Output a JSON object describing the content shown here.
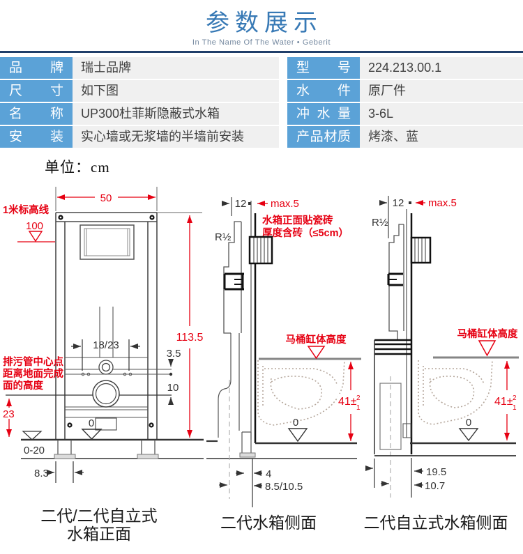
{
  "header": {
    "title": "参数展示",
    "subtitle": "In The Name Of The Water • Geberit"
  },
  "colors": {
    "accent_red": "#e60012",
    "table_header_blue": "#5ba2d7",
    "title_blue": "#3779b5",
    "divider_navy": "#203f6a"
  },
  "specs": {
    "left": [
      {
        "label": "品牌",
        "value": "瑞士品牌"
      },
      {
        "label": "尺寸",
        "value": "如下图"
      },
      {
        "label": "名称",
        "value": "UP300杜菲斯隐蔽式水箱"
      },
      {
        "label": "安装",
        "value": "实心墙或无浆墙的半墙前安装"
      }
    ],
    "right": [
      {
        "label": "型号",
        "value": "224.213.00.1"
      },
      {
        "label": "水件",
        "value": "原厂件"
      },
      {
        "label": "冲水量",
        "value": "3-6L"
      },
      {
        "label": "产品材质",
        "value": "烤漆、蓝"
      }
    ]
  },
  "unit_note": "单位：cm",
  "front_view": {
    "width": "50",
    "elevation_label": "1米标高线",
    "elevation_value": "100",
    "height": "113.5",
    "flush_offset": "18/23",
    "dim_3_5": "3.5",
    "dim_10": "10",
    "drain_note_1": "排污管中心点",
    "drain_note_2": "距离地面完成",
    "drain_note_3": "面的高度",
    "dim_23": "23",
    "zero": "0",
    "floor_range": "0-20",
    "dim_8_3": "8.3",
    "caption_1": "二代/二代自立式",
    "caption_2": "水箱正面"
  },
  "side_view_gen2": {
    "dim_12": "12",
    "max_tile": "max.5",
    "tile_note_1": "水箱正面贴瓷砖",
    "tile_note_2": "厚度含砖（≤5cm）",
    "r_half": "R½",
    "bowl_label": "马桶缸体高度",
    "bowl_height": "41±",
    "tol_upper": "2",
    "tol_lower": "1",
    "zero": "0",
    "dim_4": "4",
    "dim_8_5": "8.5/10.5",
    "caption": "二代水箱侧面"
  },
  "side_view_standalone": {
    "dim_12": "12",
    "max_tile": "max.5",
    "r_half": "R½",
    "bowl_label": "马桶缸体高度",
    "bowl_height": "41±",
    "tol_upper": "2",
    "tol_lower": "1",
    "zero": "0",
    "dim_19_5": "19.5",
    "dim_10_7": "10.7",
    "caption": "二代自立式水箱侧面"
  }
}
